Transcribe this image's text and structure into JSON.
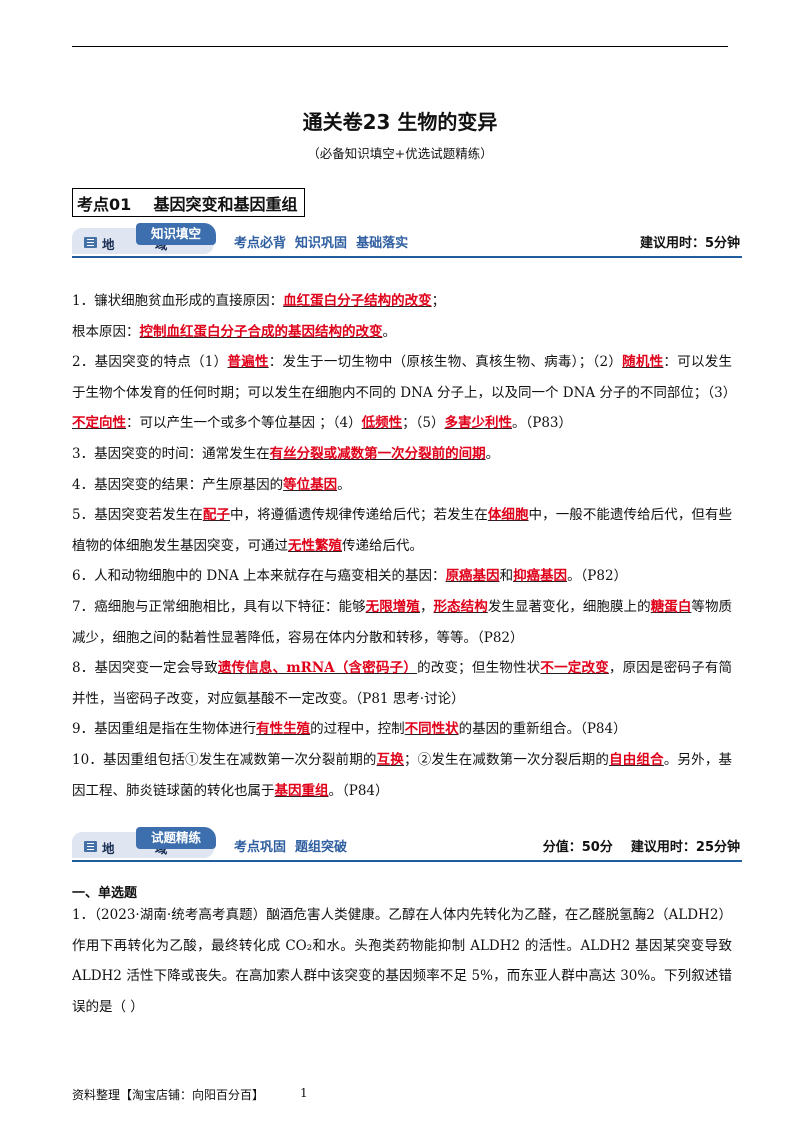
{
  "title": "通关卷23  生物的变异",
  "subtitle": "（必备知识填空+优选试题精练）",
  "section_title": "考点01    基因突变和基因重组",
  "banner1": {
    "badge_side": "地  域",
    "badge_tag": "知识填空",
    "mid": "考点必背  知识巩固  基础落实",
    "right": "建议用时：5分钟"
  },
  "items": [
    [
      {
        "t": "1．镰状细胞贫血形成的直接原因："
      },
      {
        "t": "血红蛋白分子结构的改变",
        "k": true
      },
      {
        "t": "；"
      }
    ],
    [
      {
        "t": "根本原因："
      },
      {
        "t": "控制血红蛋白分子合成的基因结构的改变",
        "k": true
      },
      {
        "t": "。"
      }
    ],
    [
      {
        "t": "2．基因突变的特点（1）"
      },
      {
        "t": "普遍性",
        "k": true
      },
      {
        "t": "：发生于一切生物中（原核生物、真核生物、病毒）；（2）"
      },
      {
        "t": "随机性",
        "k": true
      },
      {
        "t": "：可以发生于生物个体发育的任何时期；可以发生在细胞内不同的 DNA 分子上，以及同一个 DNA 分子的不同部位；（3）"
      },
      {
        "t": "不定向性",
        "k": true
      },
      {
        "t": "：可以产生一个或多个等位基因 ；（4）"
      },
      {
        "t": "低频性",
        "k": true
      },
      {
        "t": "；（5）"
      },
      {
        "t": "多害少利性",
        "k": true
      },
      {
        "t": "。（P83）"
      }
    ],
    [
      {
        "t": "3．基因突变的时间：通常发生在"
      },
      {
        "t": "有丝分裂或减数第一次分裂前的间期",
        "k": true
      },
      {
        "t": "。"
      }
    ],
    [
      {
        "t": "4．基因突变的结果：产生原基因的"
      },
      {
        "t": "等位基因",
        "k": true
      },
      {
        "t": "。"
      }
    ],
    [
      {
        "t": "5．基因突变若发生在"
      },
      {
        "t": "配子",
        "k": true
      },
      {
        "t": "中，将遵循遗传规律传递给后代；若发生在"
      },
      {
        "t": "体细胞",
        "k": true
      },
      {
        "t": "中，一般不能遗传给后代，但有些植物的体细胞发生基因突变，可通过"
      },
      {
        "t": "无性繁殖",
        "k": true
      },
      {
        "t": "传递给后代。"
      }
    ],
    [
      {
        "t": "6．人和动物细胞中的 DNA 上本来就存在与癌变相关的基因："
      },
      {
        "t": "原癌基因",
        "k": true
      },
      {
        "t": "和"
      },
      {
        "t": "抑癌基因",
        "k": true
      },
      {
        "t": "。（P82）"
      }
    ],
    [
      {
        "t": "7．癌细胞与正常细胞相比，具有以下特征：能够"
      },
      {
        "t": "无限增殖",
        "k": true
      },
      {
        "t": "，"
      },
      {
        "t": "形态结构",
        "k": true
      },
      {
        "t": "发生显著变化，细胞膜上的"
      },
      {
        "t": "糖蛋白",
        "k": true
      },
      {
        "t": "等物质减少，细胞之间的黏着性显著降低，容易在体内分散和转移，等等。（P82）"
      }
    ],
    [
      {
        "t": "8．基因突变一定会导致"
      },
      {
        "t": "遗传信息、mRNA（含密码子）",
        "k": true
      },
      {
        "t": "的改变；但生物性状"
      },
      {
        "t": "不一定改变",
        "k": true
      },
      {
        "t": "，原因是密码子有简并性，当密码子改变，对应氨基酸不一定改变。（P81 思考·讨论）"
      }
    ],
    [
      {
        "t": "9．基因重组是指在生物体进行"
      },
      {
        "t": "有性生殖",
        "k": true
      },
      {
        "t": "的过程中，控制"
      },
      {
        "t": "不同性状",
        "k": true
      },
      {
        "t": "的基因的重新组合。（P84）"
      }
    ],
    [
      {
        "t": "10．基因重组包括①发生在减数第一次分裂前期的"
      },
      {
        "t": "互换",
        "k": true
      },
      {
        "t": "；②发生在减数第一次分裂后期的"
      },
      {
        "t": "自由组合",
        "k": true
      },
      {
        "t": "。另外，基因工程、肺炎链球菌的转化也属于"
      },
      {
        "t": "基因重组",
        "k": true
      },
      {
        "t": "。（P84）"
      }
    ]
  ],
  "banner2": {
    "badge_side": "地  域",
    "badge_tag": "试题精练",
    "mid": "考点巩固  题组突破",
    "right": "分值：50分    建议用时：25分钟"
  },
  "question_section": "一、单选题",
  "question1": "1．（2023·湖南·统考高考真题）酗酒危害人类健康。乙醇在人体内先转化为乙醛，在乙醛脱氢酶2（ALDH2）作用下再转化为乙酸，最终转化成 CO₂和水。头孢类药物能抑制 ALDH2 的活性。ALDH2 基因某突变导致 ALDH2 活性下降或丧失。在高加索人群中该突变的基因频率不足 5%，而东亚人群中高达 30%。下列叙述错误的是（    ）",
  "footer": "资料整理【淘宝店铺：向阳百分百】",
  "page_number": "1"
}
